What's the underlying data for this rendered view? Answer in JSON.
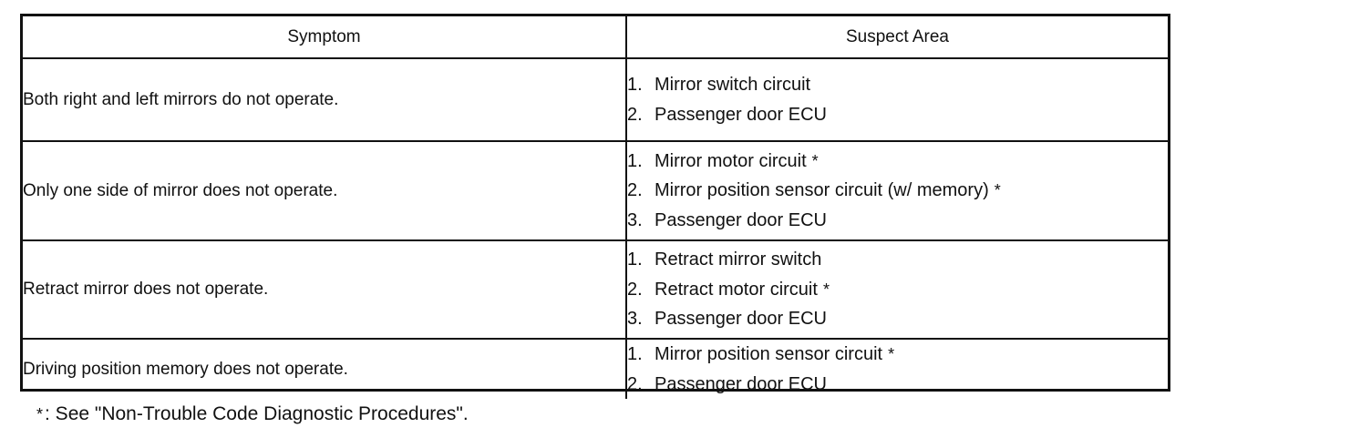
{
  "table": {
    "headers": {
      "symptom": "Symptom",
      "suspect_area": "Suspect Area"
    },
    "rows": [
      {
        "symptom": "Both right and left mirrors do not operate.",
        "suspects": [
          {
            "num": "1.",
            "text": "Mirror switch circuit",
            "star": ""
          },
          {
            "num": "2.",
            "text": "Passenger door ECU",
            "star": ""
          }
        ]
      },
      {
        "symptom": "Only one side of mirror does not operate.",
        "suspects": [
          {
            "num": "1.",
            "text": "Mirror motor circuit",
            "star": "*"
          },
          {
            "num": "2.",
            "text": "Mirror position sensor circuit (w/ memory)",
            "star": "*"
          },
          {
            "num": "3.",
            "text": "Passenger door ECU",
            "star": ""
          }
        ]
      },
      {
        "symptom": "Retract mirror does not operate.",
        "suspects": [
          {
            "num": "1.",
            "text": "Retract mirror switch",
            "star": ""
          },
          {
            "num": "2.",
            "text": "Retract motor circuit",
            "star": "*"
          },
          {
            "num": "3.",
            "text": "Passenger door ECU",
            "star": ""
          }
        ]
      },
      {
        "symptom": "Driving position memory does not operate.",
        "suspects": [
          {
            "num": "1.",
            "text": "Mirror position sensor circuit",
            "star": "*"
          },
          {
            "num": "2.",
            "text": "Passenger door ECU",
            "star": ""
          }
        ]
      }
    ]
  },
  "footnote": {
    "star": "*",
    "text": ": See \"Non-Trouble Code Diagnostic Procedures\"."
  }
}
